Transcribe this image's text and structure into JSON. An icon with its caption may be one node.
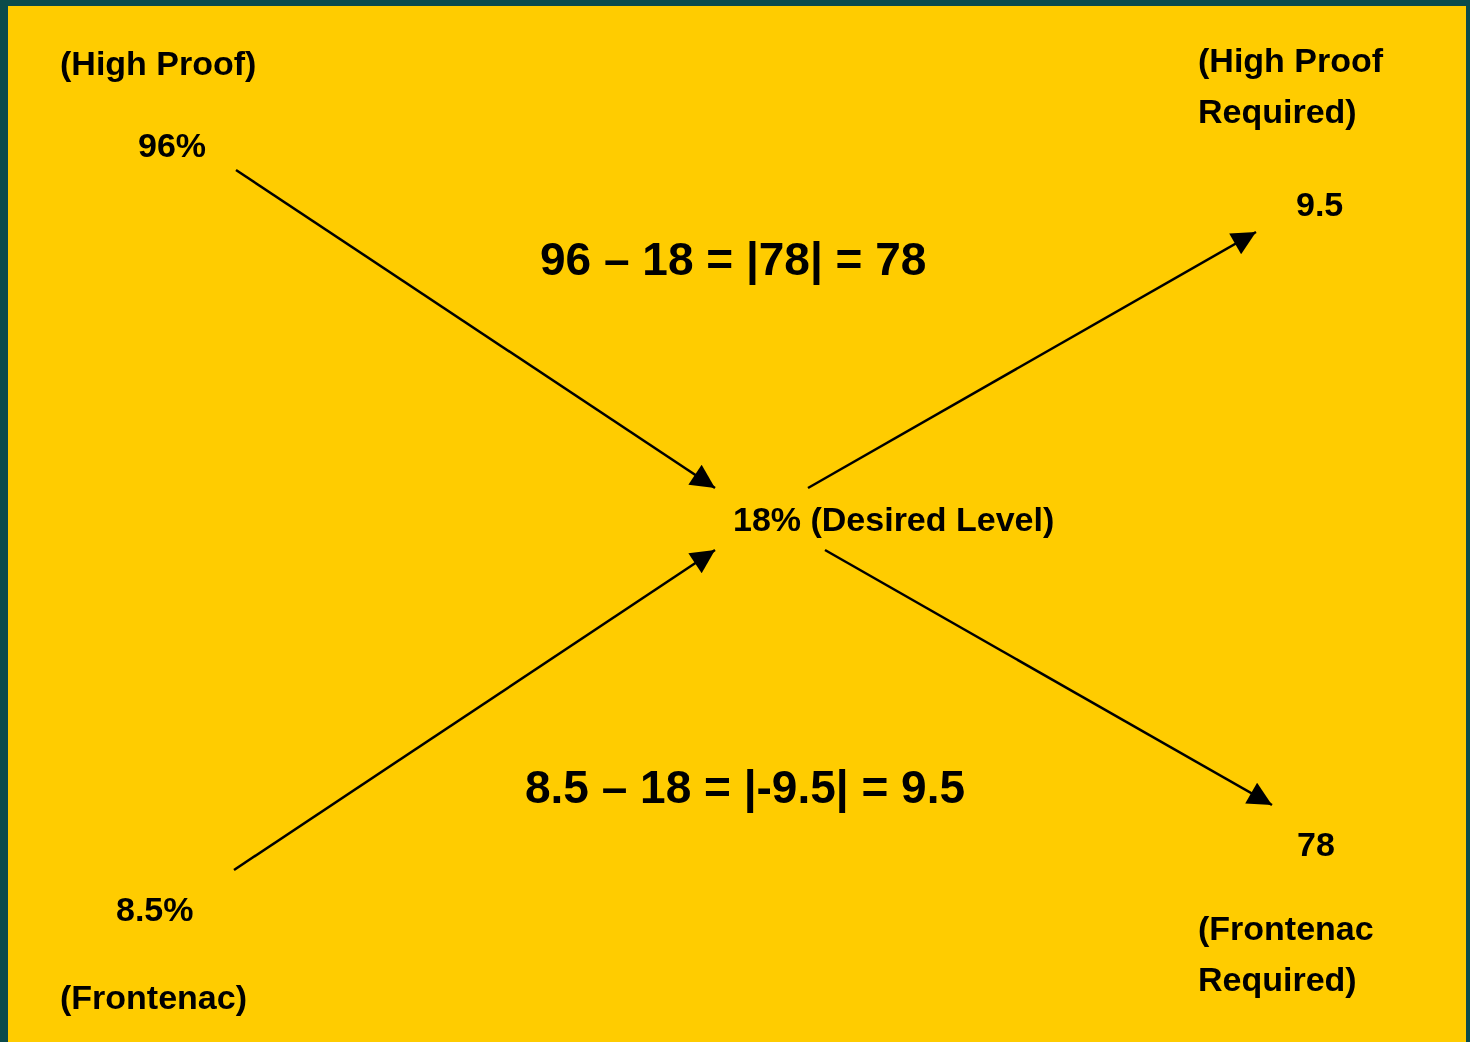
{
  "diagram": {
    "nodes": [
      {
        "text": [
          "96%"
        ],
        "beside": [
          "(High Proof)"
        ]
      },
      {
        "text": [
          "18% (Desired Level)"
        ]
      },
      {
        "text": [
          "9.5"
        ],
        "beside": [
          "(High Proof Required)"
        ]
      },
      {
        "text": [
          "8.5%"
        ],
        "beside": [
          "(Frontenac)"
        ]
      },
      {
        "text": [
          "78"
        ],
        "beside": [
          "(Frontenac Required)"
        ]
      }
    ],
    "edges": [
      {
        "from": 0,
        "to": 1,
        "arrow": "to"
      },
      {
        "from": 3,
        "to": 1,
        "arrow": "to"
      },
      {
        "from": 1,
        "to": 2,
        "arrow": "to"
      },
      {
        "from": 1,
        "to": 4,
        "arrow": "to"
      }
    ],
    "labels": [
      "96 – 18 = |78| = 78",
      "8.5 – 18 = |-9.5| = 9.5"
    ]
  }
}
